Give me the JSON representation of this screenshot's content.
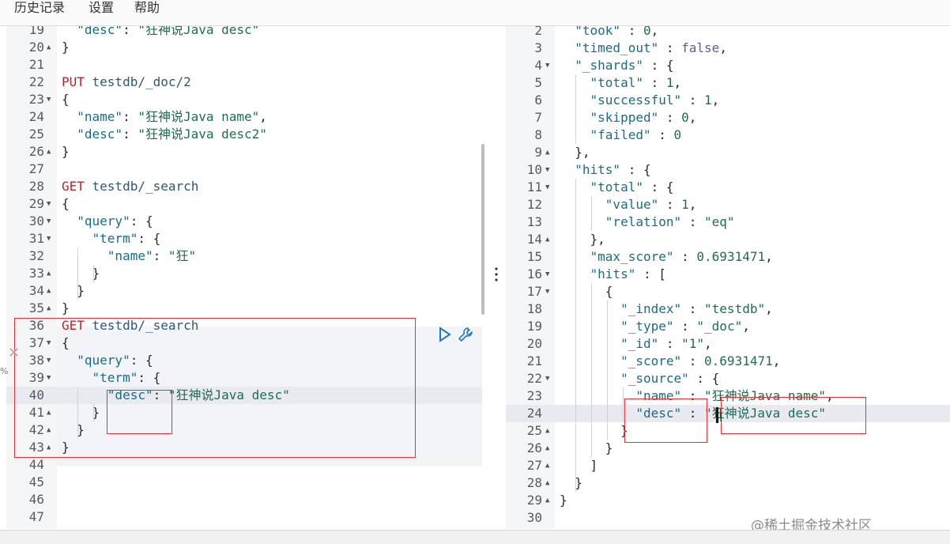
{
  "menu": [
    "历史记录",
    "设置",
    "帮助"
  ],
  "left_editor": {
    "lines": [
      {
        "n": "19",
        "fold": "",
        "t": [
          [
            "  ",
            "p"
          ],
          [
            "\"desc\"",
            "k"
          ],
          [
            ": ",
            "p"
          ],
          [
            "\"狂神说Java desc\"",
            "s"
          ]
        ]
      },
      {
        "n": "20",
        "fold": "up",
        "t": [
          [
            "}",
            "p"
          ]
        ]
      },
      {
        "n": "21",
        "fold": "",
        "t": []
      },
      {
        "n": "22",
        "fold": "",
        "t": [
          [
            "PUT ",
            "m"
          ],
          [
            "testdb/_doc/2",
            "u"
          ]
        ]
      },
      {
        "n": "23",
        "fold": "down",
        "t": [
          [
            "{",
            "p"
          ]
        ]
      },
      {
        "n": "24",
        "fold": "",
        "t": [
          [
            "  ",
            "p"
          ],
          [
            "\"name\"",
            "k"
          ],
          [
            ": ",
            "p"
          ],
          [
            "\"狂神说Java name\"",
            "s"
          ],
          [
            ",",
            "p"
          ]
        ]
      },
      {
        "n": "25",
        "fold": "",
        "t": [
          [
            "  ",
            "p"
          ],
          [
            "\"desc\"",
            "k"
          ],
          [
            ": ",
            "p"
          ],
          [
            "\"狂神说Java desc2\"",
            "s"
          ]
        ]
      },
      {
        "n": "26",
        "fold": "up",
        "t": [
          [
            "}",
            "p"
          ]
        ]
      },
      {
        "n": "27",
        "fold": "",
        "t": []
      },
      {
        "n": "28",
        "fold": "",
        "t": [
          [
            "GET ",
            "m"
          ],
          [
            "testdb/_search",
            "u"
          ]
        ]
      },
      {
        "n": "29",
        "fold": "down",
        "t": [
          [
            "{",
            "p"
          ]
        ]
      },
      {
        "n": "30",
        "fold": "down",
        "t": [
          [
            "  ",
            "p"
          ],
          [
            "\"query\"",
            "k"
          ],
          [
            ": {",
            "p"
          ]
        ]
      },
      {
        "n": "31",
        "fold": "down",
        "t": [
          [
            "    ",
            "p"
          ],
          [
            "\"term\"",
            "k"
          ],
          [
            ": {",
            "p"
          ]
        ]
      },
      {
        "n": "32",
        "fold": "",
        "t": [
          [
            "      ",
            "p"
          ],
          [
            "\"name\"",
            "k"
          ],
          [
            ": ",
            "p"
          ],
          [
            "\"狂\"",
            "s"
          ]
        ]
      },
      {
        "n": "33",
        "fold": "up",
        "t": [
          [
            "    }",
            "p"
          ]
        ]
      },
      {
        "n": "34",
        "fold": "up",
        "t": [
          [
            "  }",
            "p"
          ]
        ]
      },
      {
        "n": "35",
        "fold": "up",
        "t": [
          [
            "}",
            "p"
          ]
        ]
      },
      {
        "n": "36",
        "fold": "",
        "t": [
          [
            "GET ",
            "m"
          ],
          [
            "testdb/_search",
            "u"
          ]
        ]
      },
      {
        "n": "37",
        "fold": "down",
        "t": [
          [
            "{",
            "p"
          ]
        ]
      },
      {
        "n": "38",
        "fold": "down",
        "t": [
          [
            "  ",
            "p"
          ],
          [
            "\"query\"",
            "k"
          ],
          [
            ": {",
            "p"
          ]
        ]
      },
      {
        "n": "39",
        "fold": "down",
        "t": [
          [
            "    ",
            "p"
          ],
          [
            "\"term\"",
            "k"
          ],
          [
            ": {",
            "p"
          ]
        ]
      },
      {
        "n": "40",
        "fold": "",
        "t": [
          [
            "      ",
            "p"
          ],
          [
            "\"desc\"",
            "k"
          ],
          [
            ": ",
            "p"
          ],
          [
            "\"狂神说Java desc\"",
            "s"
          ]
        ]
      },
      {
        "n": "41",
        "fold": "up",
        "t": [
          [
            "    }",
            "p"
          ]
        ]
      },
      {
        "n": "42",
        "fold": "up",
        "t": [
          [
            "  }",
            "p"
          ]
        ]
      },
      {
        "n": "43",
        "fold": "up",
        "t": [
          [
            "}",
            "p"
          ]
        ]
      },
      {
        "n": "44",
        "fold": "",
        "t": []
      },
      {
        "n": "45",
        "fold": "",
        "t": []
      },
      {
        "n": "46",
        "fold": "",
        "t": []
      },
      {
        "n": "47",
        "fold": "",
        "t": []
      }
    ]
  },
  "right_editor": {
    "lines": [
      {
        "n": "2",
        "fold": "",
        "t": [
          [
            "  ",
            "p"
          ],
          [
            "\"took\"",
            "k"
          ],
          [
            " : ",
            "p"
          ],
          [
            "0",
            "n"
          ],
          [
            ",",
            "p"
          ]
        ]
      },
      {
        "n": "3",
        "fold": "",
        "t": [
          [
            "  ",
            "p"
          ],
          [
            "\"timed_out\"",
            "k"
          ],
          [
            " : ",
            "p"
          ],
          [
            "false",
            "b"
          ],
          [
            ",",
            "p"
          ]
        ]
      },
      {
        "n": "4",
        "fold": "down",
        "t": [
          [
            "  ",
            "p"
          ],
          [
            "\"_shards\"",
            "k"
          ],
          [
            " : {",
            "p"
          ]
        ]
      },
      {
        "n": "5",
        "fold": "",
        "t": [
          [
            "    ",
            "p"
          ],
          [
            "\"total\"",
            "k"
          ],
          [
            " : ",
            "p"
          ],
          [
            "1",
            "n"
          ],
          [
            ",",
            "p"
          ]
        ]
      },
      {
        "n": "6",
        "fold": "",
        "t": [
          [
            "    ",
            "p"
          ],
          [
            "\"successful\"",
            "k"
          ],
          [
            " : ",
            "p"
          ],
          [
            "1",
            "n"
          ],
          [
            ",",
            "p"
          ]
        ]
      },
      {
        "n": "7",
        "fold": "",
        "t": [
          [
            "    ",
            "p"
          ],
          [
            "\"skipped\"",
            "k"
          ],
          [
            " : ",
            "p"
          ],
          [
            "0",
            "n"
          ],
          [
            ",",
            "p"
          ]
        ]
      },
      {
        "n": "8",
        "fold": "",
        "t": [
          [
            "    ",
            "p"
          ],
          [
            "\"failed\"",
            "k"
          ],
          [
            " : ",
            "p"
          ],
          [
            "0",
            "n"
          ]
        ]
      },
      {
        "n": "9",
        "fold": "up",
        "t": [
          [
            "  },",
            "p"
          ]
        ]
      },
      {
        "n": "10",
        "fold": "down",
        "t": [
          [
            "  ",
            "p"
          ],
          [
            "\"hits\"",
            "k"
          ],
          [
            " : {",
            "p"
          ]
        ]
      },
      {
        "n": "11",
        "fold": "down",
        "t": [
          [
            "    ",
            "p"
          ],
          [
            "\"total\"",
            "k"
          ],
          [
            " : {",
            "p"
          ]
        ]
      },
      {
        "n": "12",
        "fold": "",
        "t": [
          [
            "      ",
            "p"
          ],
          [
            "\"value\"",
            "k"
          ],
          [
            " : ",
            "p"
          ],
          [
            "1",
            "n"
          ],
          [
            ",",
            "p"
          ]
        ]
      },
      {
        "n": "13",
        "fold": "",
        "t": [
          [
            "      ",
            "p"
          ],
          [
            "\"relation\"",
            "k"
          ],
          [
            " : ",
            "p"
          ],
          [
            "\"eq\"",
            "s"
          ]
        ]
      },
      {
        "n": "14",
        "fold": "up",
        "t": [
          [
            "    },",
            "p"
          ]
        ]
      },
      {
        "n": "15",
        "fold": "",
        "t": [
          [
            "    ",
            "p"
          ],
          [
            "\"max_score\"",
            "k"
          ],
          [
            " : ",
            "p"
          ],
          [
            "0.6931471",
            "n"
          ],
          [
            ",",
            "p"
          ]
        ]
      },
      {
        "n": "16",
        "fold": "down",
        "t": [
          [
            "    ",
            "p"
          ],
          [
            "\"hits\"",
            "k"
          ],
          [
            " : [",
            "p"
          ]
        ]
      },
      {
        "n": "17",
        "fold": "down",
        "t": [
          [
            "      {",
            "p"
          ]
        ]
      },
      {
        "n": "18",
        "fold": "",
        "t": [
          [
            "        ",
            "p"
          ],
          [
            "\"_index\"",
            "k"
          ],
          [
            " : ",
            "p"
          ],
          [
            "\"testdb\"",
            "s"
          ],
          [
            ",",
            "p"
          ]
        ]
      },
      {
        "n": "19",
        "fold": "",
        "t": [
          [
            "        ",
            "p"
          ],
          [
            "\"_type\"",
            "k"
          ],
          [
            " : ",
            "p"
          ],
          [
            "\"_doc\"",
            "s"
          ],
          [
            ",",
            "p"
          ]
        ]
      },
      {
        "n": "20",
        "fold": "",
        "t": [
          [
            "        ",
            "p"
          ],
          [
            "\"_id\"",
            "k"
          ],
          [
            " : ",
            "p"
          ],
          [
            "\"1\"",
            "s"
          ],
          [
            ",",
            "p"
          ]
        ]
      },
      {
        "n": "21",
        "fold": "",
        "t": [
          [
            "        ",
            "p"
          ],
          [
            "\"_score\"",
            "k"
          ],
          [
            " : ",
            "p"
          ],
          [
            "0.6931471",
            "n"
          ],
          [
            ",",
            "p"
          ]
        ]
      },
      {
        "n": "22",
        "fold": "down",
        "t": [
          [
            "        ",
            "p"
          ],
          [
            "\"_source\"",
            "k"
          ],
          [
            " : {",
            "p"
          ]
        ]
      },
      {
        "n": "23",
        "fold": "",
        "t": [
          [
            "          ",
            "p"
          ],
          [
            "\"name\"",
            "k"
          ],
          [
            " : ",
            "p"
          ],
          [
            "\"狂神说Java name\"",
            "s"
          ],
          [
            ",",
            "p"
          ]
        ]
      },
      {
        "n": "24",
        "fold": "",
        "t": [
          [
            "          ",
            "p"
          ],
          [
            "\"desc\"",
            "k"
          ],
          [
            " : ",
            "p"
          ],
          [
            "\"狂神说Java desc\"",
            "s"
          ]
        ]
      },
      {
        "n": "25",
        "fold": "up",
        "t": [
          [
            "        }",
            "p"
          ]
        ]
      },
      {
        "n": "26",
        "fold": "up",
        "t": [
          [
            "      }",
            "p"
          ]
        ]
      },
      {
        "n": "27",
        "fold": "up",
        "t": [
          [
            "    ]",
            "p"
          ]
        ]
      },
      {
        "n": "28",
        "fold": "up",
        "t": [
          [
            "  }",
            "p"
          ]
        ]
      },
      {
        "n": "29",
        "fold": "up",
        "t": [
          [
            "}",
            "p"
          ]
        ]
      },
      {
        "n": "30",
        "fold": "",
        "t": []
      }
    ]
  },
  "close_label": "✕",
  "percent_label": "%",
  "watermark": "@稀土掘金技术社区",
  "icons": [
    "play-icon",
    "wrench-icon",
    "close-icon",
    "more-vertical-icon"
  ],
  "colors": {
    "highlight_box": "#e0343c",
    "key": "#1a6c88",
    "string": "#1d6e52",
    "method": "#b4282d"
  }
}
